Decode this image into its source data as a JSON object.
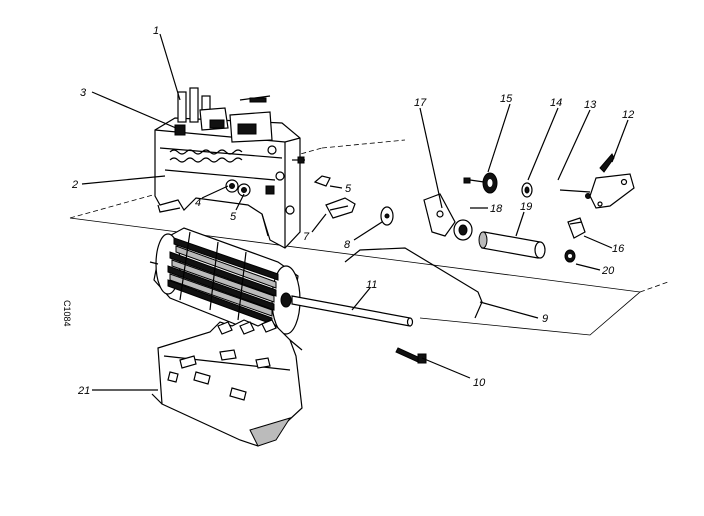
{
  "drawing_code": "C1084",
  "callouts": [
    {
      "id": "p1",
      "label": "1"
    },
    {
      "id": "p2",
      "label": "2"
    },
    {
      "id": "p3",
      "label": "3"
    },
    {
      "id": "p4",
      "label": "4"
    },
    {
      "id": "p5a",
      "label": "5"
    },
    {
      "id": "p5b",
      "label": "5"
    },
    {
      "id": "p7",
      "label": "7"
    },
    {
      "id": "p8",
      "label": "8"
    },
    {
      "id": "p9",
      "label": "9"
    },
    {
      "id": "p10",
      "label": "10"
    },
    {
      "id": "p11",
      "label": "11"
    },
    {
      "id": "p12",
      "label": "12"
    },
    {
      "id": "p13",
      "label": "13"
    },
    {
      "id": "p14",
      "label": "14"
    },
    {
      "id": "p15",
      "label": "15"
    },
    {
      "id": "p16",
      "label": "16"
    },
    {
      "id": "p17",
      "label": "17"
    },
    {
      "id": "p18",
      "label": "18"
    },
    {
      "id": "p19",
      "label": "19"
    },
    {
      "id": "p20",
      "label": "20"
    },
    {
      "id": "p21",
      "label": "21"
    }
  ]
}
